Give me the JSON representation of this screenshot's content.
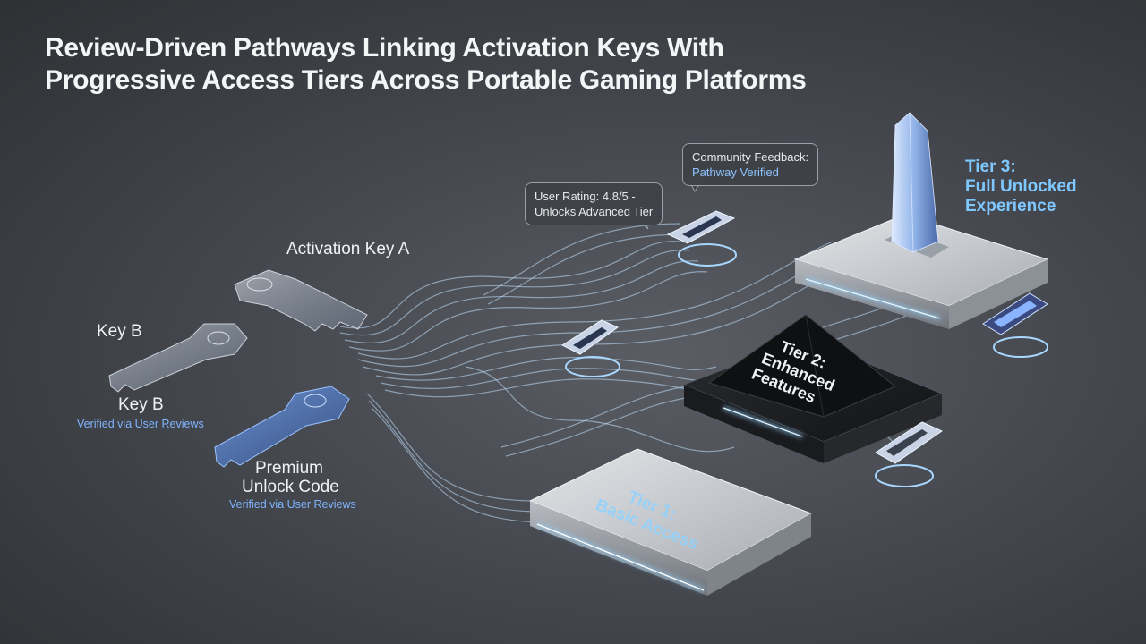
{
  "title": {
    "line1": "Review-Driven Pathways Linking Activation Keys With",
    "line2": "Progressive Access Tiers Across Portable Gaming Platforms"
  },
  "keys": {
    "key_a": "Activation Key A",
    "key_b_top": "Key B",
    "key_b": "Key B",
    "key_b_note": "Verified via User Reviews",
    "premium_line1": "Premium",
    "premium_line2": "Unlock Code",
    "premium_note": "Verified via User Reviews"
  },
  "callouts": {
    "rating_line1": "User Rating: 4.8/5 -",
    "rating_line2": "Unlocks Advanced Tier",
    "feedback_line1": "Community Feedback:",
    "feedback_line2": "Pathway Verified"
  },
  "tiers": {
    "tier1_line1": "Tier 1:",
    "tier1_line2": "Basic Access",
    "tier2_line1": "Tier 2:",
    "tier2_line2": "Enhanced",
    "tier2_line3": "Features",
    "tier3_line1": "Tier 3:",
    "tier3_line2": "Full Unlocked",
    "tier3_line3": "Experience"
  },
  "colors": {
    "accent": "#7fc8ff",
    "glow": "#a8d8ff",
    "background": "#45484e"
  }
}
